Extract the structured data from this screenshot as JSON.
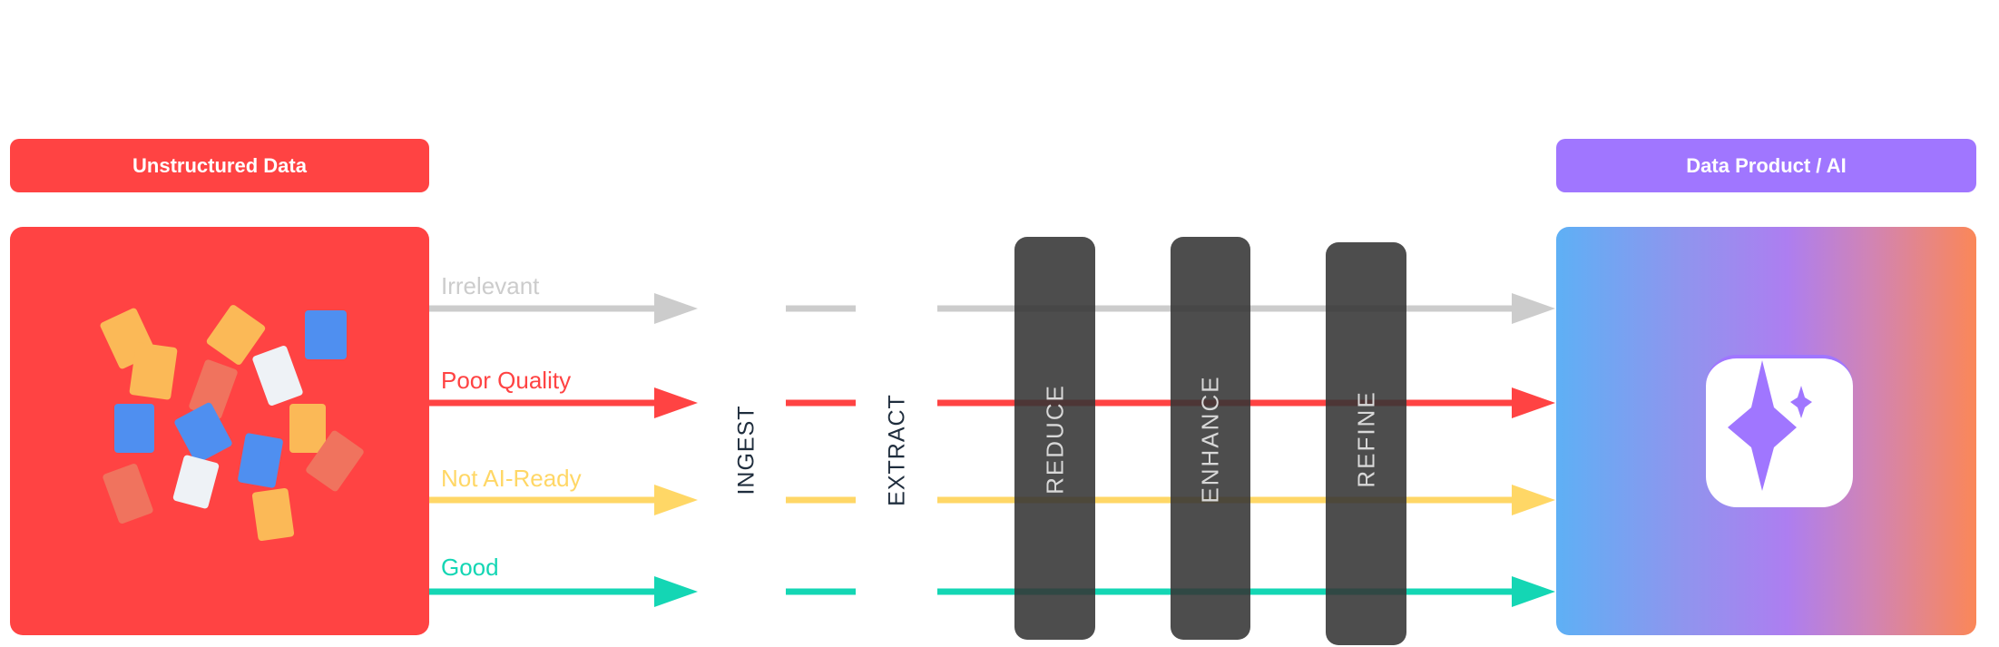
{
  "left_header": "Unstructured Data",
  "right_header": "Data Product / AI",
  "flows": [
    {
      "label": "Irrelevant",
      "color": "#cccccc"
    },
    {
      "label": "Poor Quality",
      "color": "#ff4343"
    },
    {
      "label": "Not AI-Ready",
      "color": "#ffd766"
    },
    {
      "label": "Good",
      "color": "#14d6b4"
    }
  ],
  "steps": {
    "ingest": "INGEST",
    "extract": "EXTRACT"
  },
  "stages": [
    "REDUCE",
    "ENHANCE",
    "REFINE"
  ],
  "icons": {
    "documents": "scattered-documents-icon",
    "ai": "sparkle-icon"
  }
}
